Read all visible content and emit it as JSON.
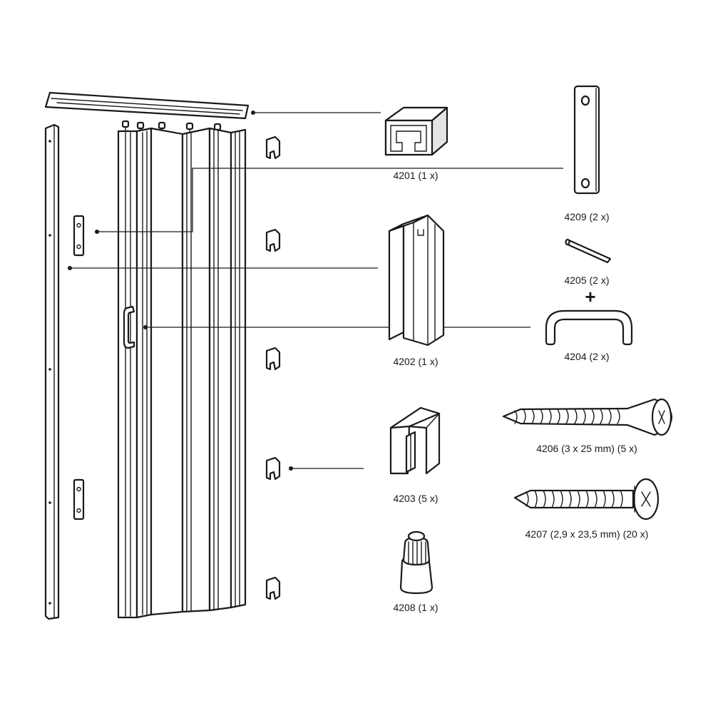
{
  "parts": {
    "p4201": "4201 (1 x)",
    "p4209": "4209 (2 x)",
    "p4205": "4205 (2 x)",
    "p4202": "4202 (1 x)",
    "p4204": "4204 (2 x)",
    "p4206": "4206 (3 x 25 mm) (5 x)",
    "p4203": "4203 (5 x)",
    "p4207": "4207 (2,9 x 23,5 mm) (20 x)",
    "p4208": "4208 (1 x)"
  },
  "plus_sign": "+"
}
